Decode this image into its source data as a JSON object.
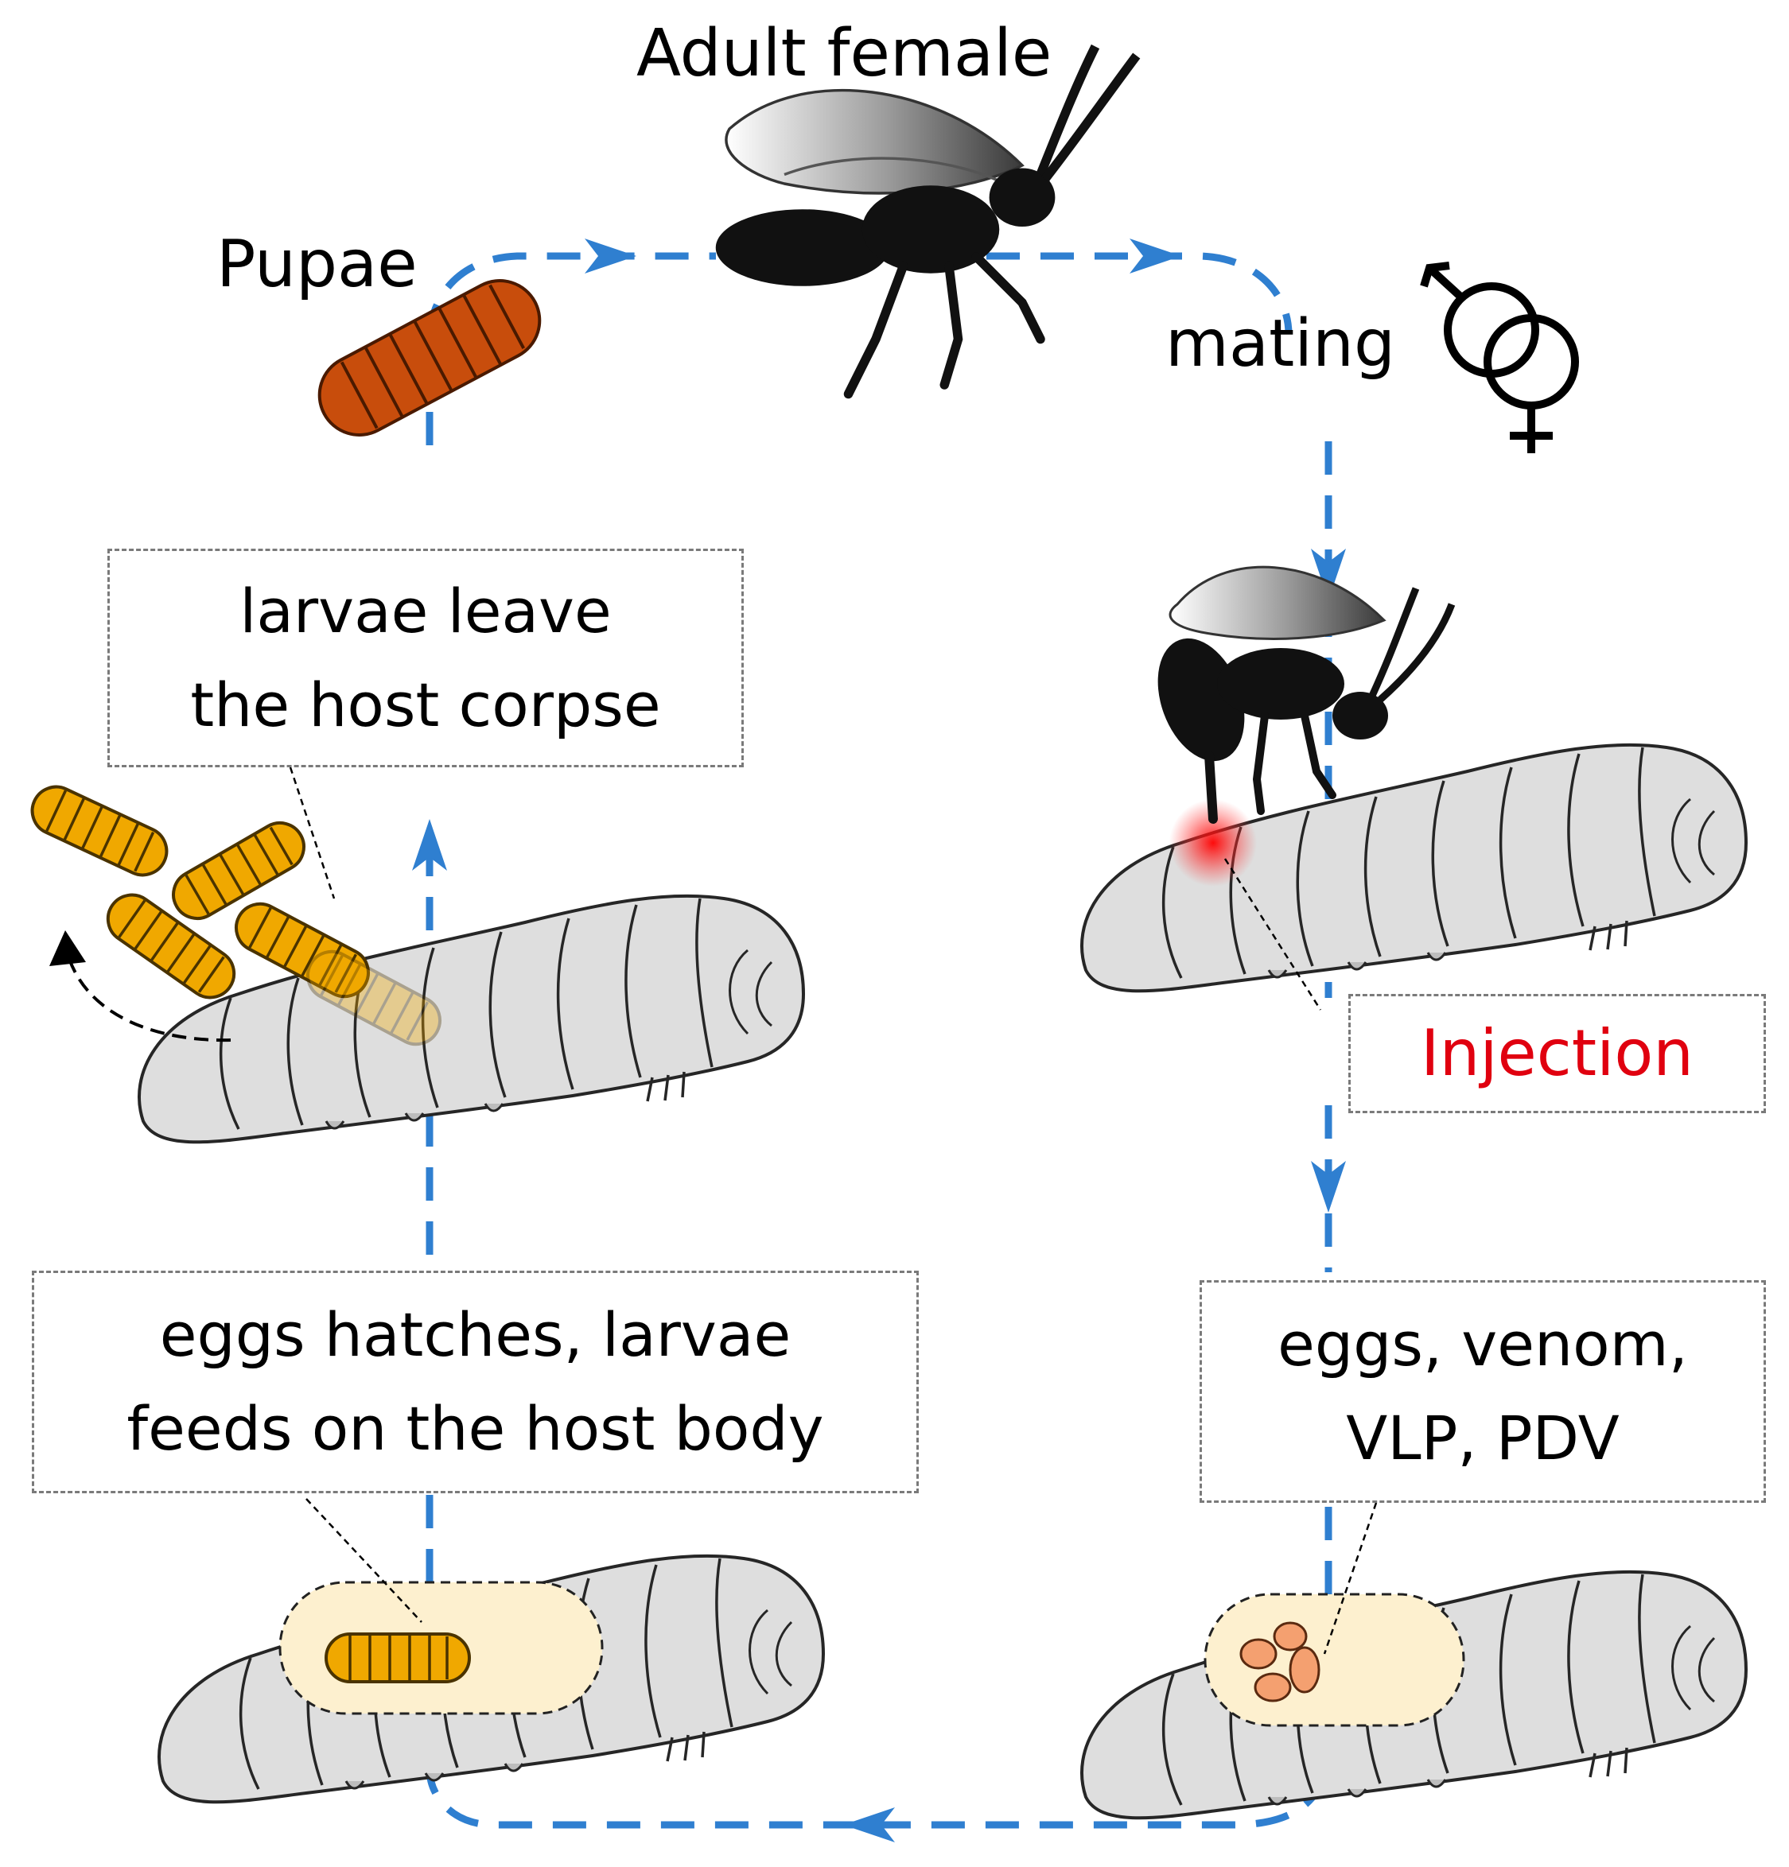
{
  "labels": {
    "adult_female": "Adult female",
    "pupae": "Pupae",
    "mating": "mating",
    "injection": "Injection"
  },
  "boxes": {
    "leave": {
      "line1": "larvae leave",
      "line2": "the host corpse"
    },
    "hatch": {
      "line1": "eggs hatches, larvae",
      "line2": "feeds on the host body"
    },
    "eggs": {
      "line1": "eggs, venom,",
      "line2": "VLP, PDV"
    }
  },
  "colors": {
    "cycle_arrow": "#2f7fd0",
    "injection_text": "#e0000f",
    "pupa": "#c84d0c",
    "larva": "#f0a800",
    "caterpillar": "#dedede",
    "wasp": "#111111",
    "egg": "#f4a070",
    "cavity": "#fdf0cf"
  },
  "icons": [
    "wasp-icon",
    "mating-symbol-icon",
    "pupa-icon",
    "caterpillar-icon",
    "larva-icon",
    "egg-icon"
  ]
}
